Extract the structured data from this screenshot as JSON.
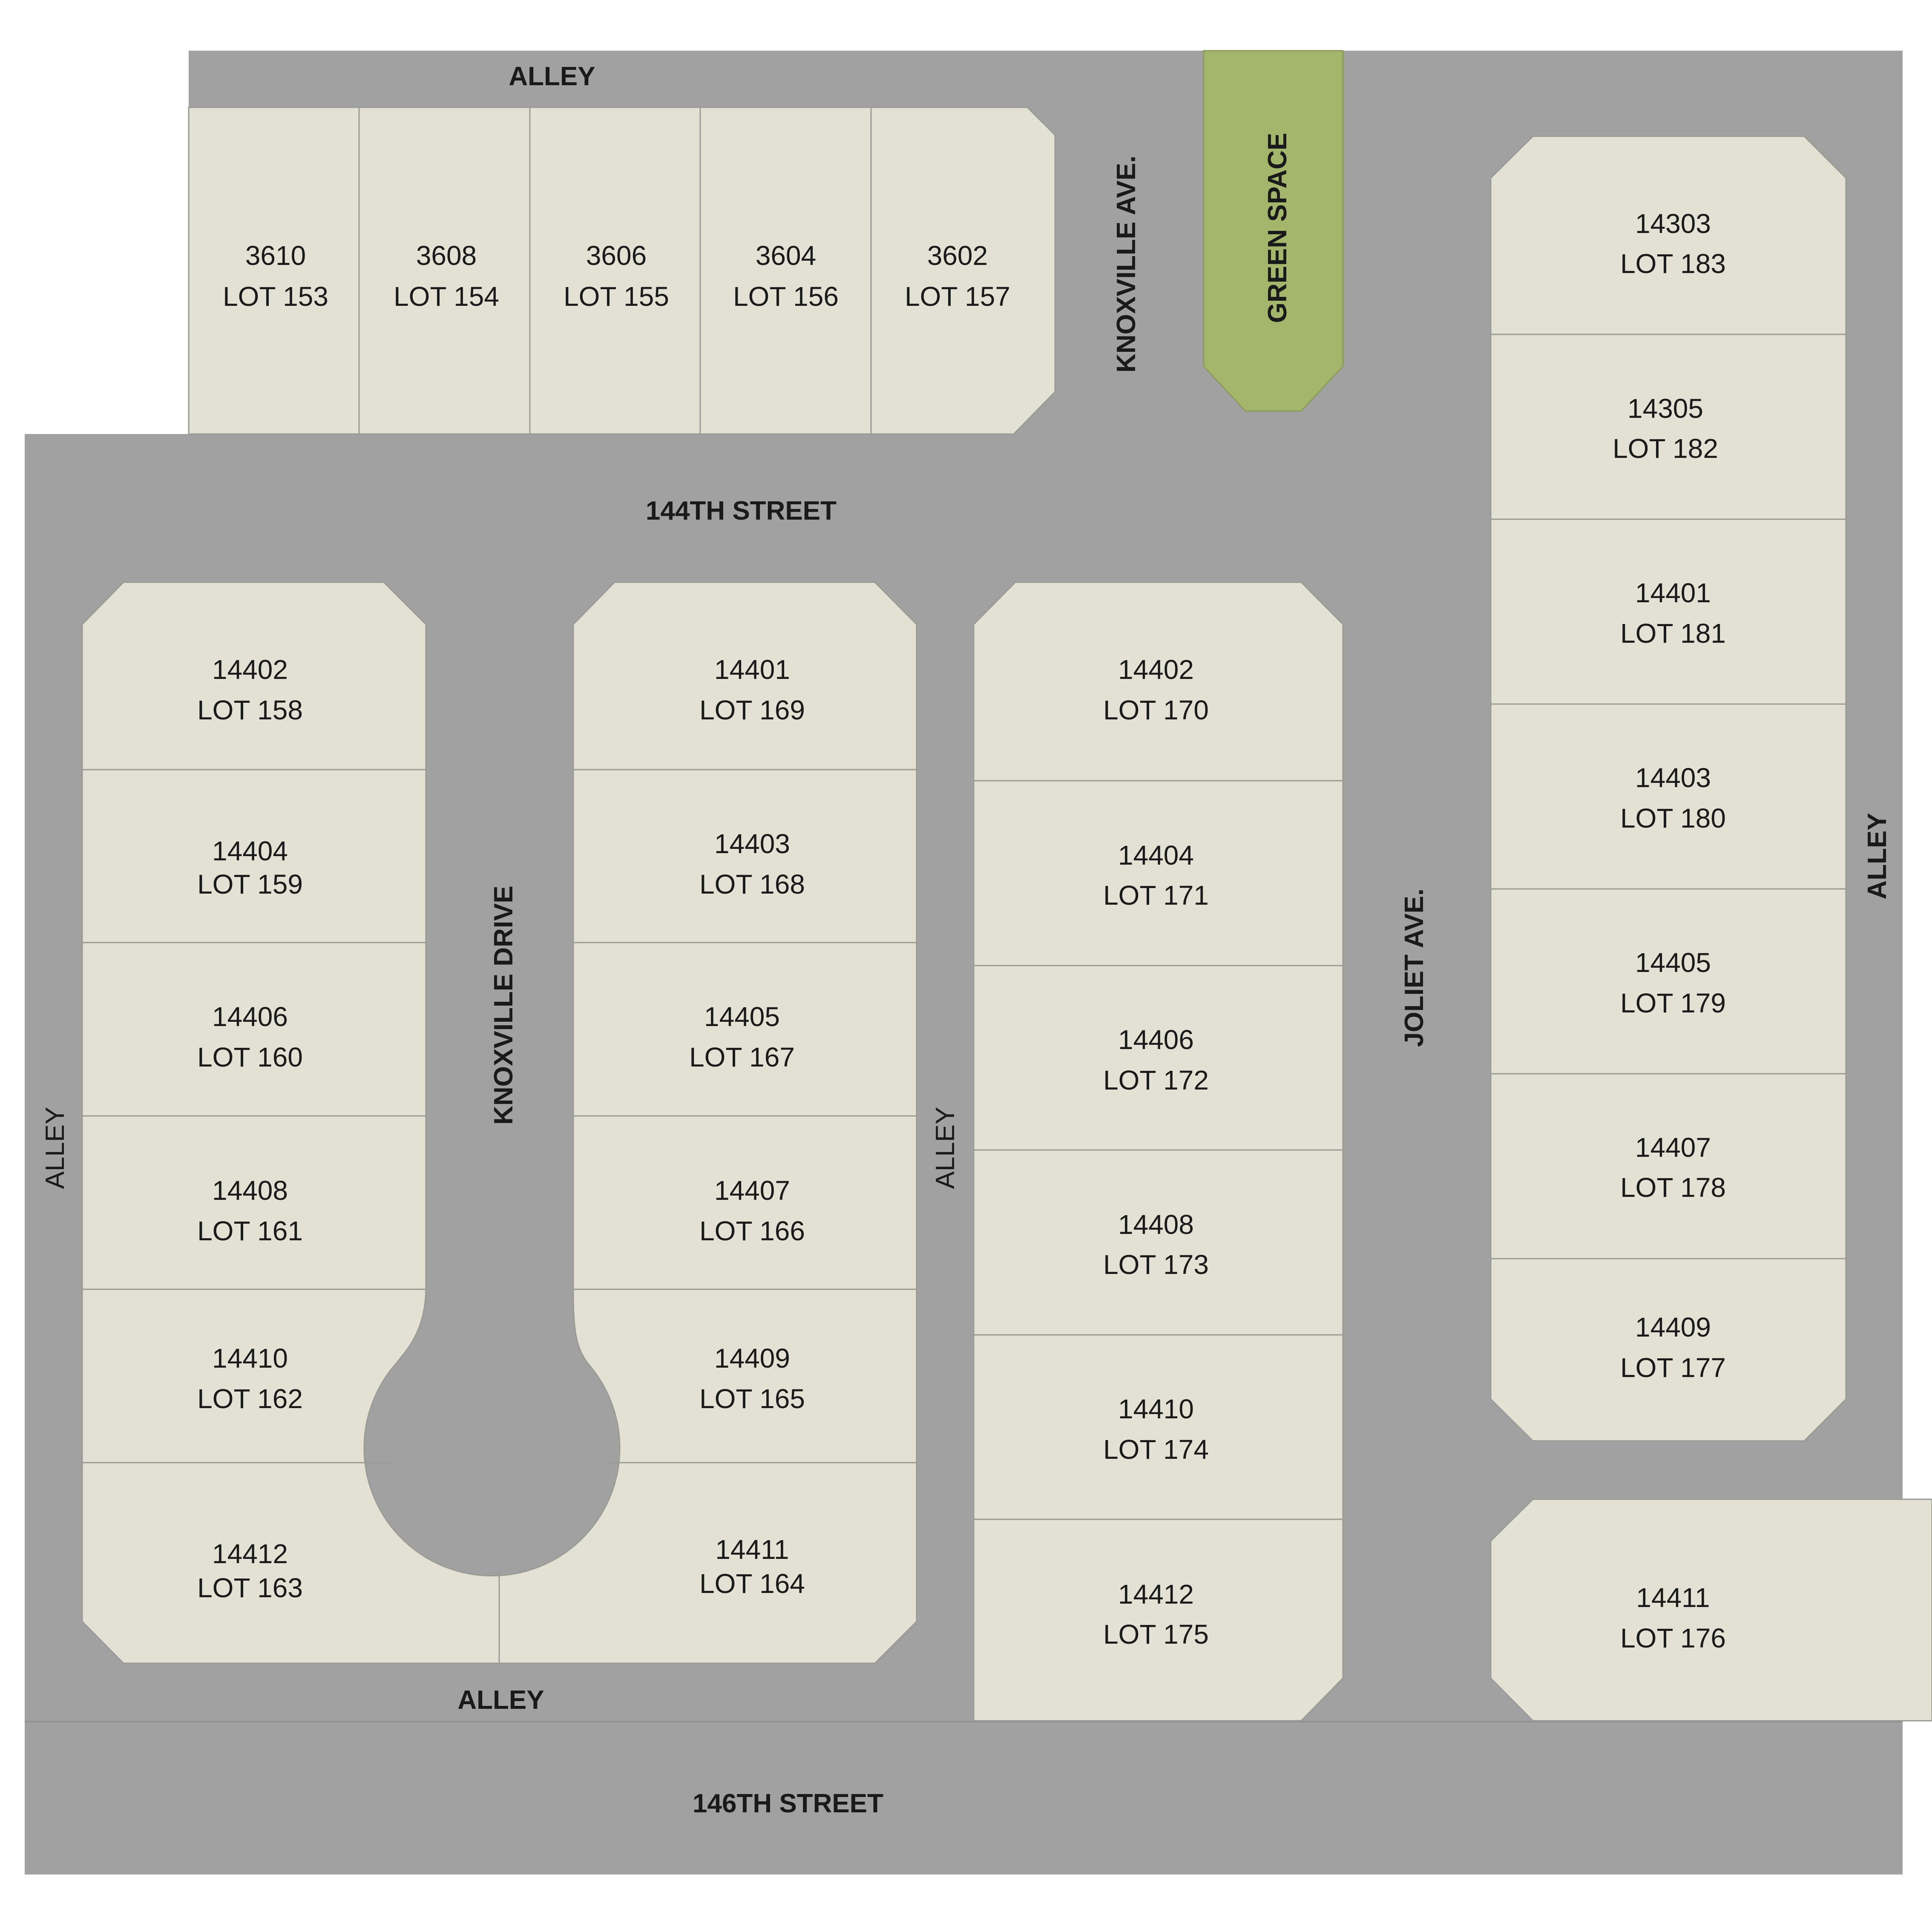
{
  "colors": {
    "road": "#a1a1a1",
    "lot": "#e2e1d4",
    "lot_line": "#9a9a94",
    "green_space": "#a4b56c",
    "text": "#1a1a1a",
    "background": "#ffffff"
  },
  "streets": {
    "alley_top": "ALLEY",
    "knoxville_ave": "KNOXVILLE AVE.",
    "green_space": "GREEN SPACE",
    "st_144": "144TH STREET",
    "knoxville_drive": "KNOXVILLE DRIVE",
    "joliet_ave": "JOLIET AVE.",
    "alley_right": "ALLEY",
    "alley_left": "ALLEY",
    "alley_middle": "ALLEY",
    "alley_bottom": "ALLEY",
    "st_146": "146TH STREET"
  },
  "lots": [
    {
      "address": "3610",
      "lot": "LOT 153"
    },
    {
      "address": "3608",
      "lot": "LOT 154"
    },
    {
      "address": "3606",
      "lot": "LOT 155"
    },
    {
      "address": "3604",
      "lot": "LOT 156"
    },
    {
      "address": "3602",
      "lot": "LOT 157"
    },
    {
      "address": "14402",
      "lot": "LOT 158"
    },
    {
      "address": "14404",
      "lot": "LOT 159"
    },
    {
      "address": "14406",
      "lot": "LOT 160"
    },
    {
      "address": "14408",
      "lot": "LOT 161"
    },
    {
      "address": "14410",
      "lot": "LOT 162"
    },
    {
      "address": "14412",
      "lot": "LOT 163"
    },
    {
      "address": "14401",
      "lot": "LOT 169"
    },
    {
      "address": "14403",
      "lot": "LOT 168"
    },
    {
      "address": "14405",
      "lot": "LOT 167"
    },
    {
      "address": "14407",
      "lot": "LOT 166"
    },
    {
      "address": "14409",
      "lot": "LOT 165"
    },
    {
      "address": "14411",
      "lot": "LOT 164"
    },
    {
      "address": "14402",
      "lot": "LOT 170"
    },
    {
      "address": "14404",
      "lot": "LOT 171"
    },
    {
      "address": "14406",
      "lot": "LOT 172"
    },
    {
      "address": "14408",
      "lot": "LOT 173"
    },
    {
      "address": "14410",
      "lot": "LOT 174"
    },
    {
      "address": "14412",
      "lot": "LOT 175"
    },
    {
      "address": "14303",
      "lot": "LOT 183"
    },
    {
      "address": "14305",
      "lot": "LOT 182"
    },
    {
      "address": "14401",
      "lot": "LOT 181"
    },
    {
      "address": "14403",
      "lot": "LOT 180"
    },
    {
      "address": "14405",
      "lot": "LOT 179"
    },
    {
      "address": "14407",
      "lot": "LOT 178"
    },
    {
      "address": "14409",
      "lot": "LOT 177"
    },
    {
      "address": "14411",
      "lot": "LOT 176"
    }
  ]
}
